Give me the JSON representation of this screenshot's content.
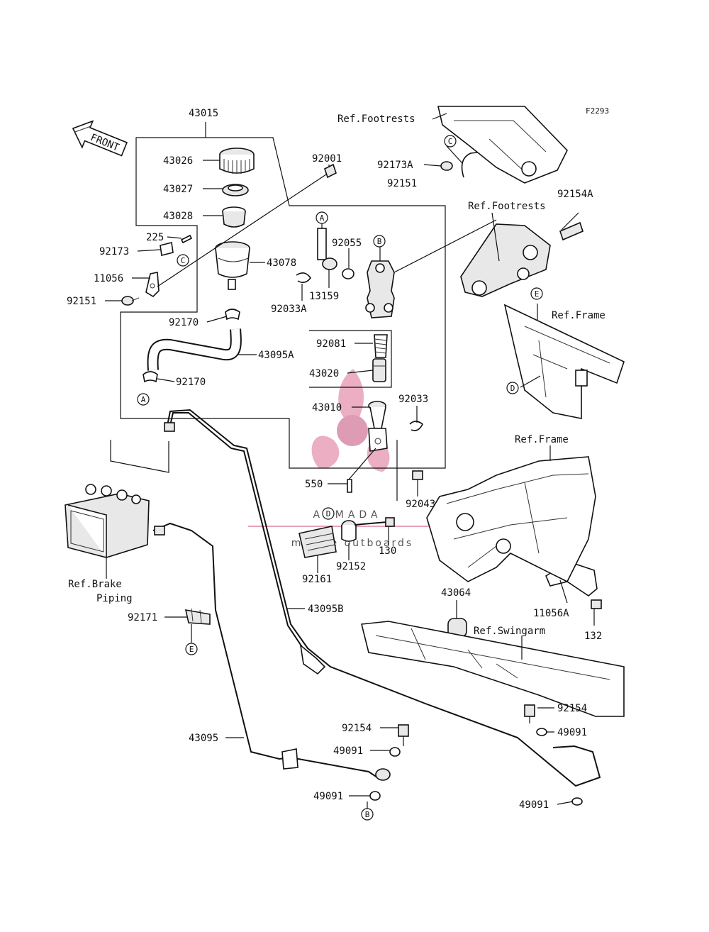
{
  "figure_id": "F2293",
  "front_label": "FRONT",
  "watermark": {
    "brand": "ARMADA",
    "tagline": "marine outboards",
    "accent_color": "#e8a0b8"
  },
  "parts": {
    "p43015": "43015",
    "p43026": "43026",
    "p43027": "43027",
    "p43028": "43028",
    "p225": "225",
    "p92173": "92173",
    "p11056": "11056",
    "p92151a": "92151",
    "p92170a": "92170",
    "p92170b": "92170",
    "p43078": "43078",
    "p43095A": "43095A",
    "p92001": "92001",
    "p92055": "92055",
    "p13159": "13159",
    "p92033A": "92033A",
    "p92081": "92081",
    "p43020": "43020",
    "p43010": "43010",
    "p92033": "92033",
    "p550": "550",
    "p92043": "92043",
    "p130": "130",
    "p92152": "92152",
    "p92161": "92161",
    "p43095B": "43095B",
    "p92171": "92171",
    "p43095": "43095",
    "p92154a": "92154",
    "p49091a": "49091",
    "p49091b": "49091",
    "p43064": "43064",
    "p11056A": "11056A",
    "p132": "132",
    "p92154b": "92154",
    "p49091c": "49091",
    "p49091d": "49091",
    "p92173A": "92173A",
    "p92151b": "92151",
    "p92154A": "92154A"
  },
  "refs": {
    "footrests_top": "Ref.Footrests",
    "footrests_mid": "Ref.Footrests",
    "frame_right": "Ref.Frame",
    "frame_mid": "Ref.Frame",
    "swingarm": "Ref.Swingarm",
    "brake_piping_1": "Ref.Brake",
    "brake_piping_2": "Piping"
  },
  "callouts": {
    "a_top": "A",
    "a_bottom": "A",
    "b_top": "B",
    "b_bottom": "B",
    "c_left": "C",
    "c_right": "C",
    "d_mid": "D",
    "d_right": "D",
    "e_left": "E",
    "e_right": "E"
  }
}
